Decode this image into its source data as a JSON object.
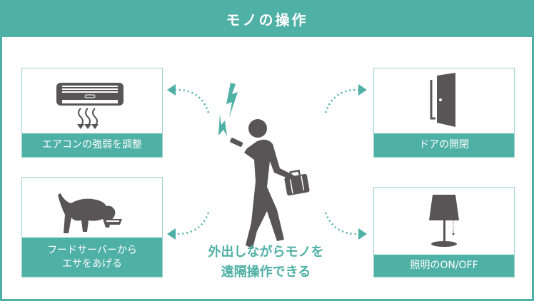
{
  "header": {
    "title": "モノの操作"
  },
  "items": [
    {
      "label_lines": [
        "エアコンの強弱を調整"
      ],
      "icon": "air-conditioner-icon"
    },
    {
      "label_lines": [
        "ドアの開閉"
      ],
      "icon": "door-icon"
    },
    {
      "label_lines": [
        "フードサーバーから",
        "エサをあげる"
      ],
      "icon": "dog-eating-icon"
    },
    {
      "label_lines": [
        "照明のON/OFF"
      ],
      "icon": "lamp-icon"
    }
  ],
  "center": {
    "lines": [
      "外出しながらモノを",
      "遠隔操作できる"
    ]
  },
  "colors": {
    "accent": "#4fb0a5",
    "icon": "#595556"
  }
}
